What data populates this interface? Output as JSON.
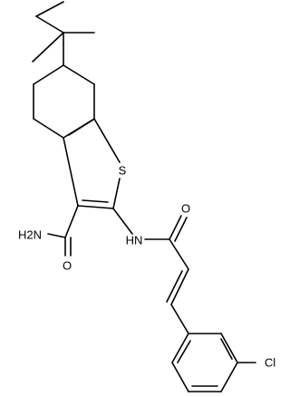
{
  "labels": {
    "sulfur": "S",
    "amide_oxygen": "O",
    "amide_nitrogen": "H2N",
    "nh": "HN",
    "acyl_oxygen": "O",
    "chlorine": "Cl"
  }
}
